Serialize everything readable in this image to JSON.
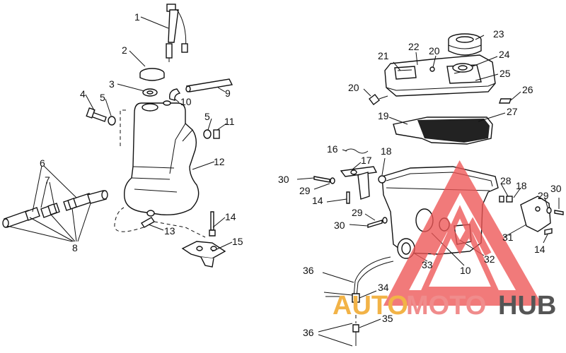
{
  "diagram": {
    "callouts": [
      {
        "id": "c1",
        "text": "1"
      },
      {
        "id": "c2",
        "text": "2"
      },
      {
        "id": "c3",
        "text": "3"
      },
      {
        "id": "c4",
        "text": "4"
      },
      {
        "id": "c5a",
        "text": "5"
      },
      {
        "id": "c5b",
        "text": "5"
      },
      {
        "id": "c6",
        "text": "6"
      },
      {
        "id": "c7",
        "text": "7"
      },
      {
        "id": "c8",
        "text": "8"
      },
      {
        "id": "c9",
        "text": "9"
      },
      {
        "id": "c10a",
        "text": "10"
      },
      {
        "id": "c11",
        "text": "11"
      },
      {
        "id": "c12",
        "text": "12"
      },
      {
        "id": "c13",
        "text": "13"
      },
      {
        "id": "c14a",
        "text": "14"
      },
      {
        "id": "c15",
        "text": "15"
      },
      {
        "id": "c16",
        "text": "16"
      },
      {
        "id": "c17",
        "text": "17"
      },
      {
        "id": "c18a",
        "text": "18"
      },
      {
        "id": "c19",
        "text": "19"
      },
      {
        "id": "c20a",
        "text": "20"
      },
      {
        "id": "c20b",
        "text": "20"
      },
      {
        "id": "c21",
        "text": "21"
      },
      {
        "id": "c22",
        "text": "22"
      },
      {
        "id": "c23",
        "text": "23"
      },
      {
        "id": "c24",
        "text": "24"
      },
      {
        "id": "c25",
        "text": "25"
      },
      {
        "id": "c26",
        "text": "26"
      },
      {
        "id": "c27",
        "text": "27"
      },
      {
        "id": "c28",
        "text": "28"
      },
      {
        "id": "c18b",
        "text": "18"
      },
      {
        "id": "c29a",
        "text": "29"
      },
      {
        "id": "c30a",
        "text": "30"
      },
      {
        "id": "c29b",
        "text": "29"
      },
      {
        "id": "c30b",
        "text": "30"
      },
      {
        "id": "c29c",
        "text": "29"
      },
      {
        "id": "c30c",
        "text": "30"
      },
      {
        "id": "c14b",
        "text": "14"
      },
      {
        "id": "c14c",
        "text": "14"
      },
      {
        "id": "c31",
        "text": "31"
      },
      {
        "id": "c32",
        "text": "32"
      },
      {
        "id": "c33",
        "text": "33"
      },
      {
        "id": "c10b",
        "text": "10"
      },
      {
        "id": "c34",
        "text": "34"
      },
      {
        "id": "c35",
        "text": "35"
      },
      {
        "id": "c36a",
        "text": "36"
      },
      {
        "id": "c36b",
        "text": "36"
      }
    ]
  },
  "watermark": {
    "part1": "AUTO",
    "part2": "MOTO",
    "part3": "HUB",
    "color_auto": "#f2b347",
    "color_moto": "#f08c8c",
    "color_hub": "#555555",
    "logo_color": "#ee5555"
  }
}
